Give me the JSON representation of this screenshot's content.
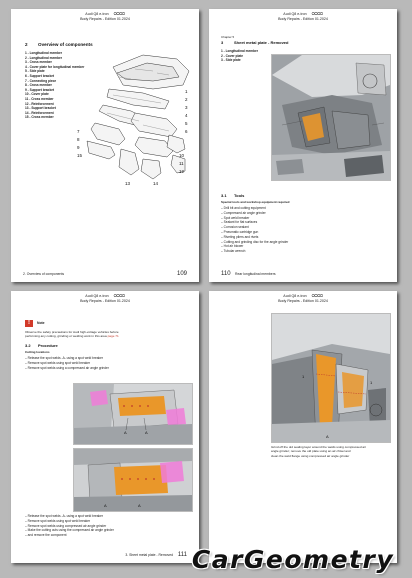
{
  "header": {
    "title": "Audi Q8 e-tron",
    "rings": "⭘⭘⭘⭘",
    "subtitle": "Body Repairs - Edition 01.2024"
  },
  "page1": {
    "section_number": "2",
    "section_title": "Overview of components",
    "items": [
      "1 - Longitudinal member",
      "2 - Longitudinal member",
      "3 - Cross member",
      "4 - Cover plate for longitudinal member",
      "5 - Side plate",
      "6 - Support bracket",
      "7 - Connecting piece",
      "8 - Cross member",
      "9 - Support bracket",
      "10 - Cover plate",
      "11 - Cross member",
      "12 - Reinforcement",
      "13 - Support bracket",
      "14 - Reinforcement",
      "15 - Cross member"
    ],
    "callouts": [
      "1",
      "2",
      "3",
      "4",
      "5",
      "6",
      "7",
      "8",
      "9",
      "10",
      "11",
      "12",
      "13",
      "14",
      "15"
    ],
    "footer_text": "2. Overview of components",
    "page_number": "109"
  },
  "page2": {
    "chapter": "Chapter 5",
    "section_number": "3",
    "section_title": "Sheet metal plate - Removed",
    "items": [
      "1 - Longitudinal member",
      "2 - Cover plate",
      "3 - Side plate"
    ],
    "tools_number": "3.1",
    "tools_title": "Tools",
    "tools_subtitle": "Special tools and workshop equipment required",
    "tools": [
      "Drill bit and cutting equipment",
      "Compressed air angle grinder",
      "Spot weld breaker",
      "Sealant for flat surfaces",
      "Corrosion sealant",
      "Pneumatic cartridge gun",
      "Riveting pliers and rivets",
      "Cutting and grinding disc for the angle grinder",
      "Hot air blower",
      "Tubular wrench"
    ],
    "page_number": "110",
    "footer_text": "Rear longitudinal members"
  },
  "page3": {
    "note_label": "Note",
    "note_text_1": "Observe the safety precautions for Audi high-voltage vehicles before",
    "note_text_2": "performing any cutting, grinding or welding work in this area",
    "note_link": "page 71",
    "section_number": "3.2",
    "section_title": "Procedure",
    "subheading": "Cutting locations",
    "steps_a": [
      "Release the spot welds -A- using a spot weld breaker",
      "Remove spot welds using spot weld breaker",
      "Remove spot welds using a compressed air angle grinder"
    ],
    "callouts_a": [
      "A",
      "A"
    ],
    "callouts_b": [
      "A",
      "A"
    ],
    "steps_b": [
      "Release the spot welds -A- using a spot weld breaker",
      "Remove spot welds using spot weld breaker",
      "Remove spot welds using compressed air angle grinder",
      "Make the cutting cuts using the compressed air angle grinder",
      "and remove the component"
    ],
    "footer_text": "3. Sheet metal plate - Removed",
    "page_number": "111"
  },
  "page4": {
    "callouts": [
      "1",
      "1",
      "A"
    ],
    "caption_1": "Grind off the old sealing layer around the welds using compressed air",
    "caption_2": "angle grinder; remove the old plate using an air chisel and",
    "caption_3": "clean the weld flange using compressed air angle grinder"
  },
  "logo": {
    "text": "CarGeometry"
  },
  "colors": {
    "page_bg": "#b9b9b9",
    "paper": "#ffffff",
    "highlight_orange": "#e9972a",
    "highlight_pink": "#f07bd8",
    "note_red": "#d23a2a"
  }
}
